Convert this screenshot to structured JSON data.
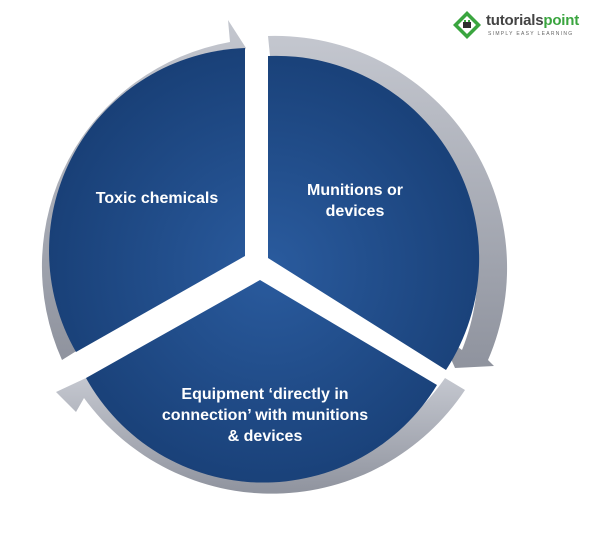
{
  "logo": {
    "brand_main": "tutorials",
    "brand_accent": "point",
    "tagline": "SIMPLY EASY LEARNING"
  },
  "segments": [
    {
      "label": "Toxic chemicals"
    },
    {
      "label": "Munitions or\ndevices"
    },
    {
      "label": "Equipment ‘directly in\nconnection’ with munitions\n& devices"
    }
  ],
  "colors": {
    "segment_fill": "#1f4d8c",
    "segment_dark": "#163a6c",
    "arrow": "#a9acb6",
    "brand_green": "#3aa53f"
  }
}
